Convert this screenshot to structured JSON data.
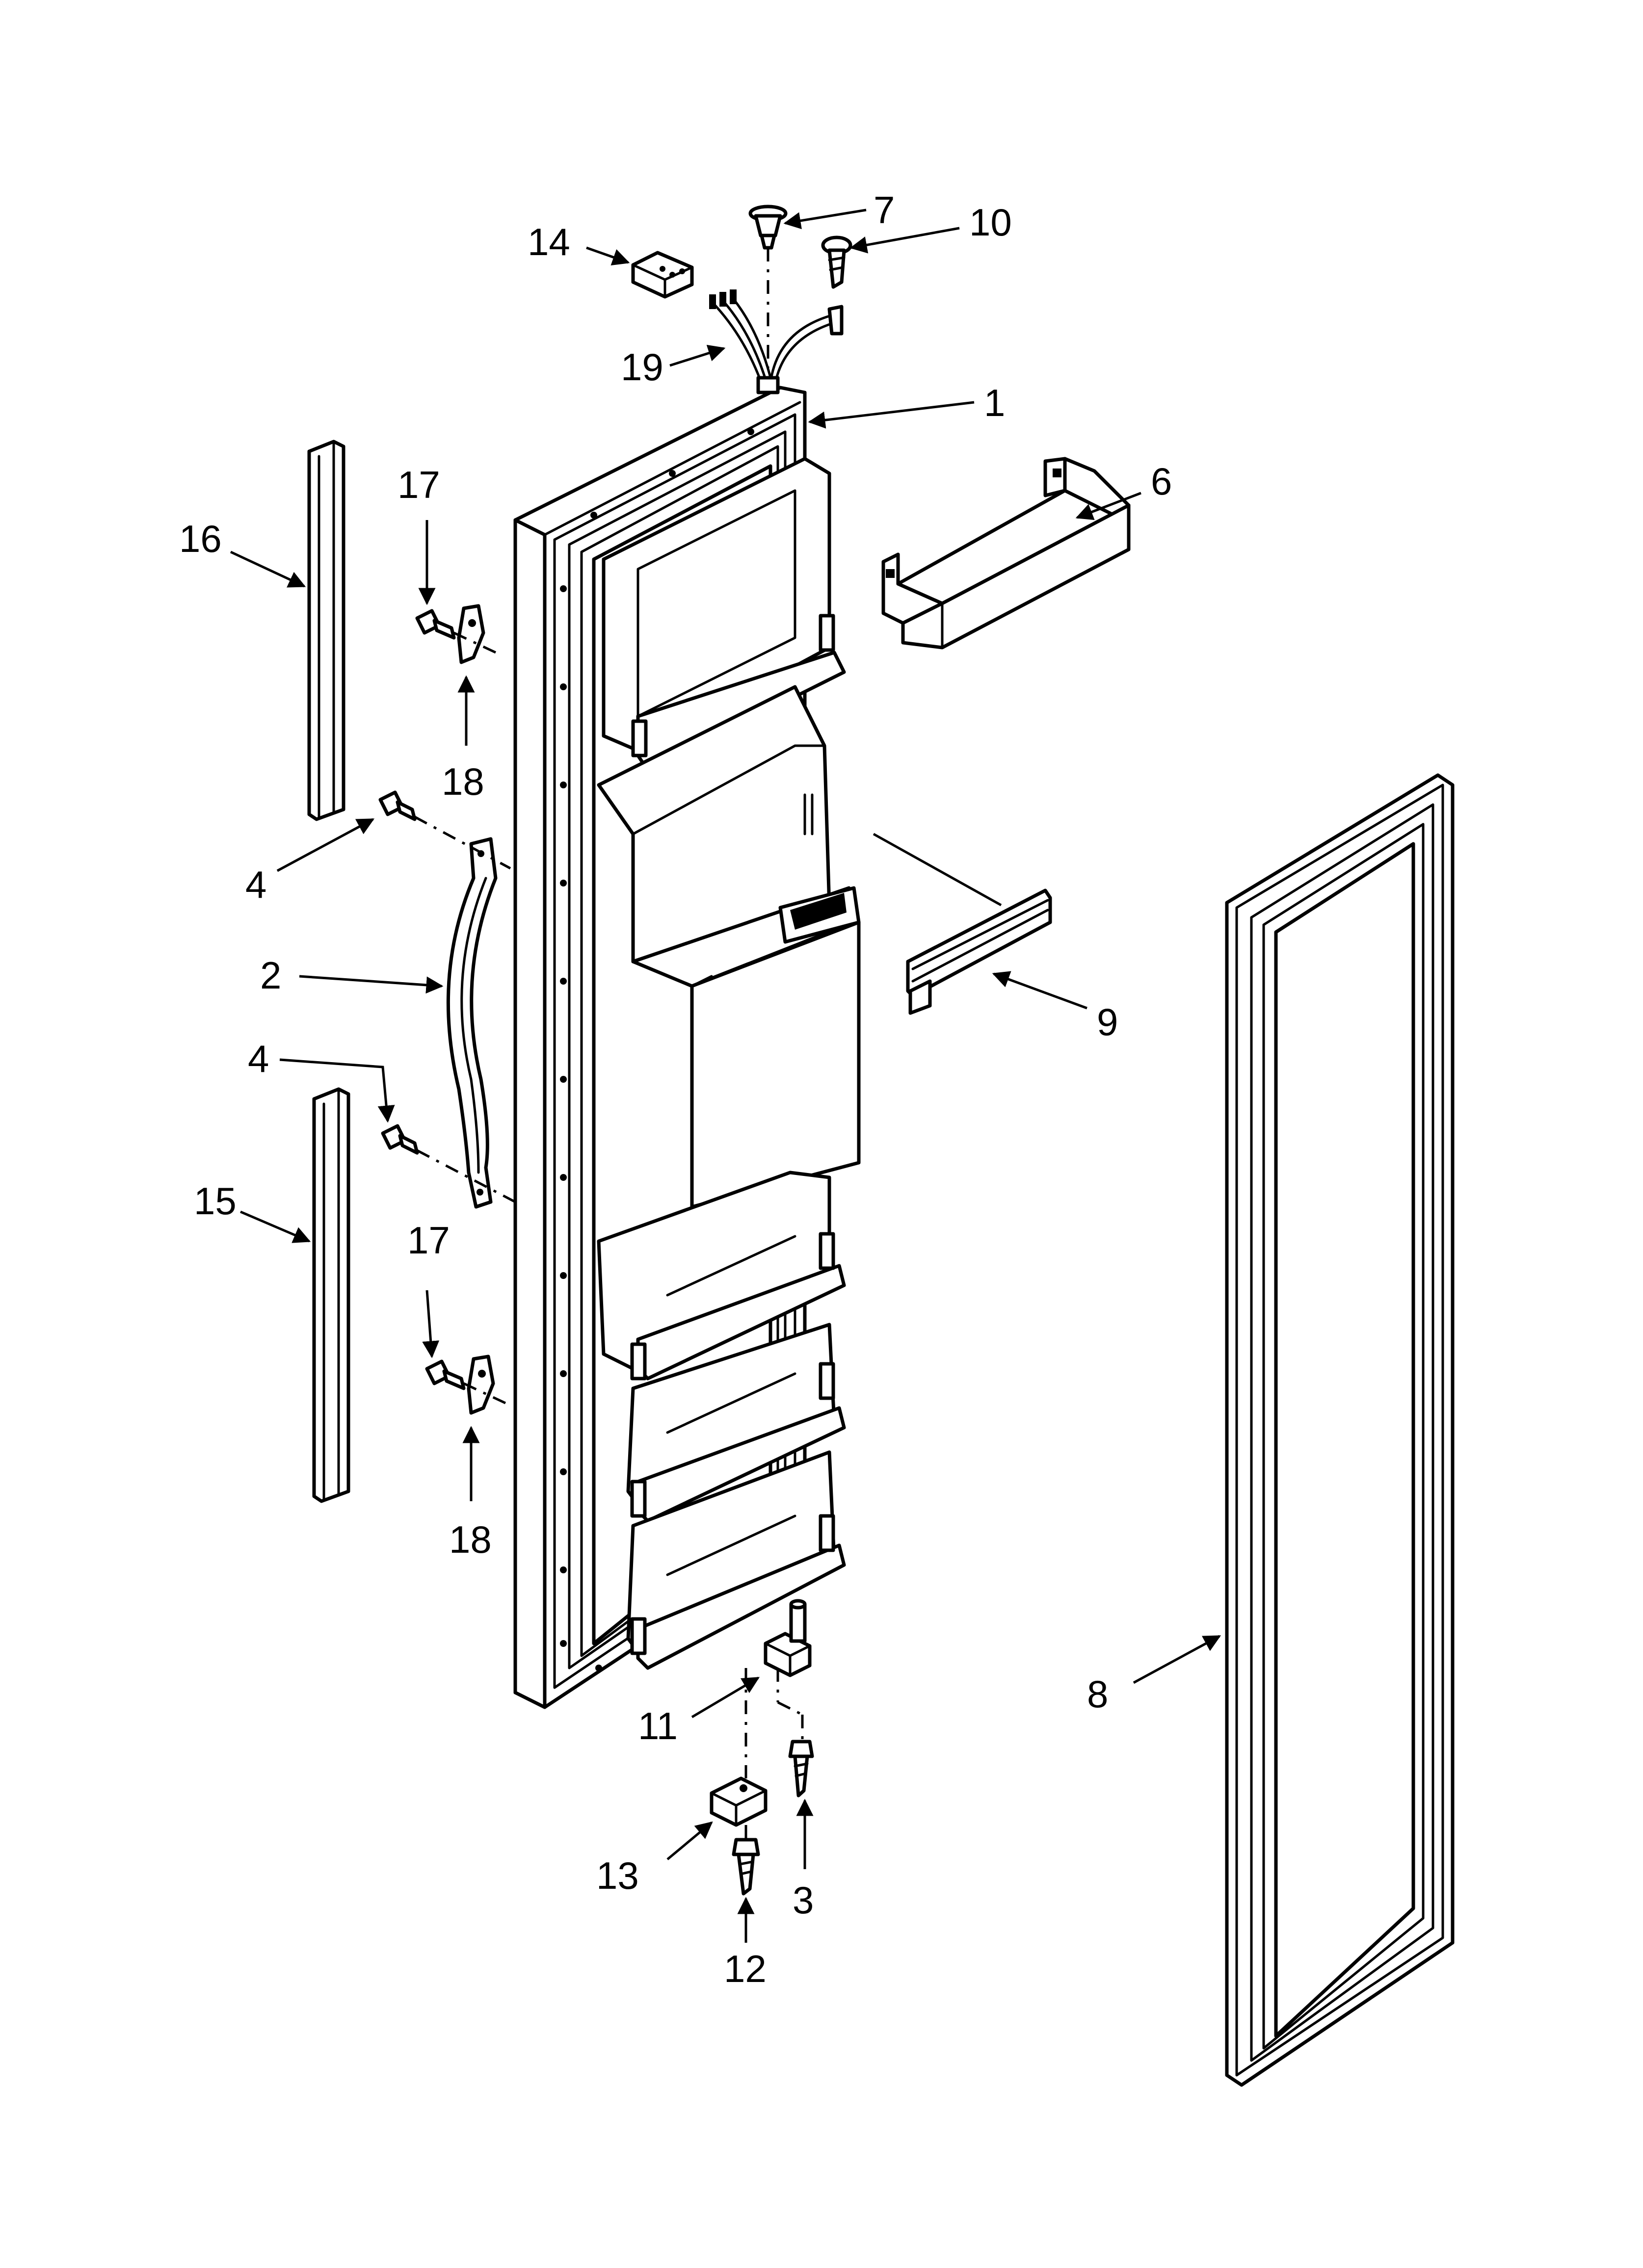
{
  "callouts": [
    {
      "id": "c1",
      "label": "1"
    },
    {
      "id": "c2",
      "label": "2"
    },
    {
      "id": "c3",
      "label": "3"
    },
    {
      "id": "c4a",
      "label": "4"
    },
    {
      "id": "c4b",
      "label": "4"
    },
    {
      "id": "c6",
      "label": "6"
    },
    {
      "id": "c7",
      "label": "7"
    },
    {
      "id": "c8",
      "label": "8"
    },
    {
      "id": "c9",
      "label": "9"
    },
    {
      "id": "c10",
      "label": "10"
    },
    {
      "id": "c11",
      "label": "11"
    },
    {
      "id": "c12",
      "label": "12"
    },
    {
      "id": "c13",
      "label": "13"
    },
    {
      "id": "c14",
      "label": "14"
    },
    {
      "id": "c15",
      "label": "15"
    },
    {
      "id": "c16",
      "label": "16"
    },
    {
      "id": "c17a",
      "label": "17"
    },
    {
      "id": "c17b",
      "label": "17"
    },
    {
      "id": "c18a",
      "label": "18"
    },
    {
      "id": "c18b",
      "label": "18"
    },
    {
      "id": "c19",
      "label": "19"
    }
  ]
}
